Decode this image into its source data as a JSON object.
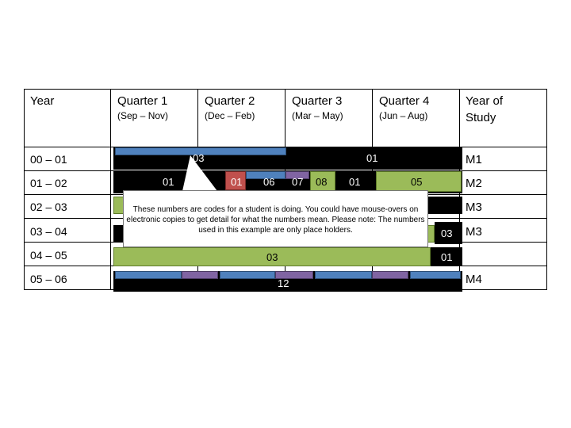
{
  "header": {
    "year": "Year",
    "q1": "Quarter 1",
    "q1_range": "(Sep – Nov)",
    "q2": "Quarter 2",
    "q2_range": "(Dec – Feb)",
    "q3": "Quarter 3",
    "q3_range": "(Mar – May)",
    "q4": "Quarter 4",
    "q4_range": "(Jun – Aug)",
    "year_of_study_1": "Year of",
    "year_of_study_2": "Study"
  },
  "rows": [
    {
      "year": "00 – 01",
      "study": "M1"
    },
    {
      "year": "01 – 02",
      "study": "M2"
    },
    {
      "year": "02 – 03",
      "study": "M3"
    },
    {
      "year": "03 – 04",
      "study": "M3"
    },
    {
      "year": "04 – 05",
      "study": ""
    },
    {
      "year": "05 – 06",
      "study": "M4"
    }
  ],
  "codes": {
    "r1_a": "03",
    "r1_b": "01",
    "r2_a": "01",
    "r2_b": "01",
    "r2_c": "06",
    "r2_d": "07",
    "r2_e": "08",
    "r2_f": "01",
    "r2_g": "05",
    "r4_a": "03",
    "r5_a": "03",
    "r5_b": "01",
    "r6_a": "12"
  },
  "callout": {
    "text": "These numbers are codes for a student is doing.  You could have mouse-overs on electronic copies to get detail for what the numbers mean.  Please note:  The numbers used in this example are only place holders."
  },
  "colors": {
    "green": "#9bbb59",
    "blue": "#4f81bd",
    "purple": "#8064a2",
    "red": "#c0504d",
    "black": "#000000"
  }
}
